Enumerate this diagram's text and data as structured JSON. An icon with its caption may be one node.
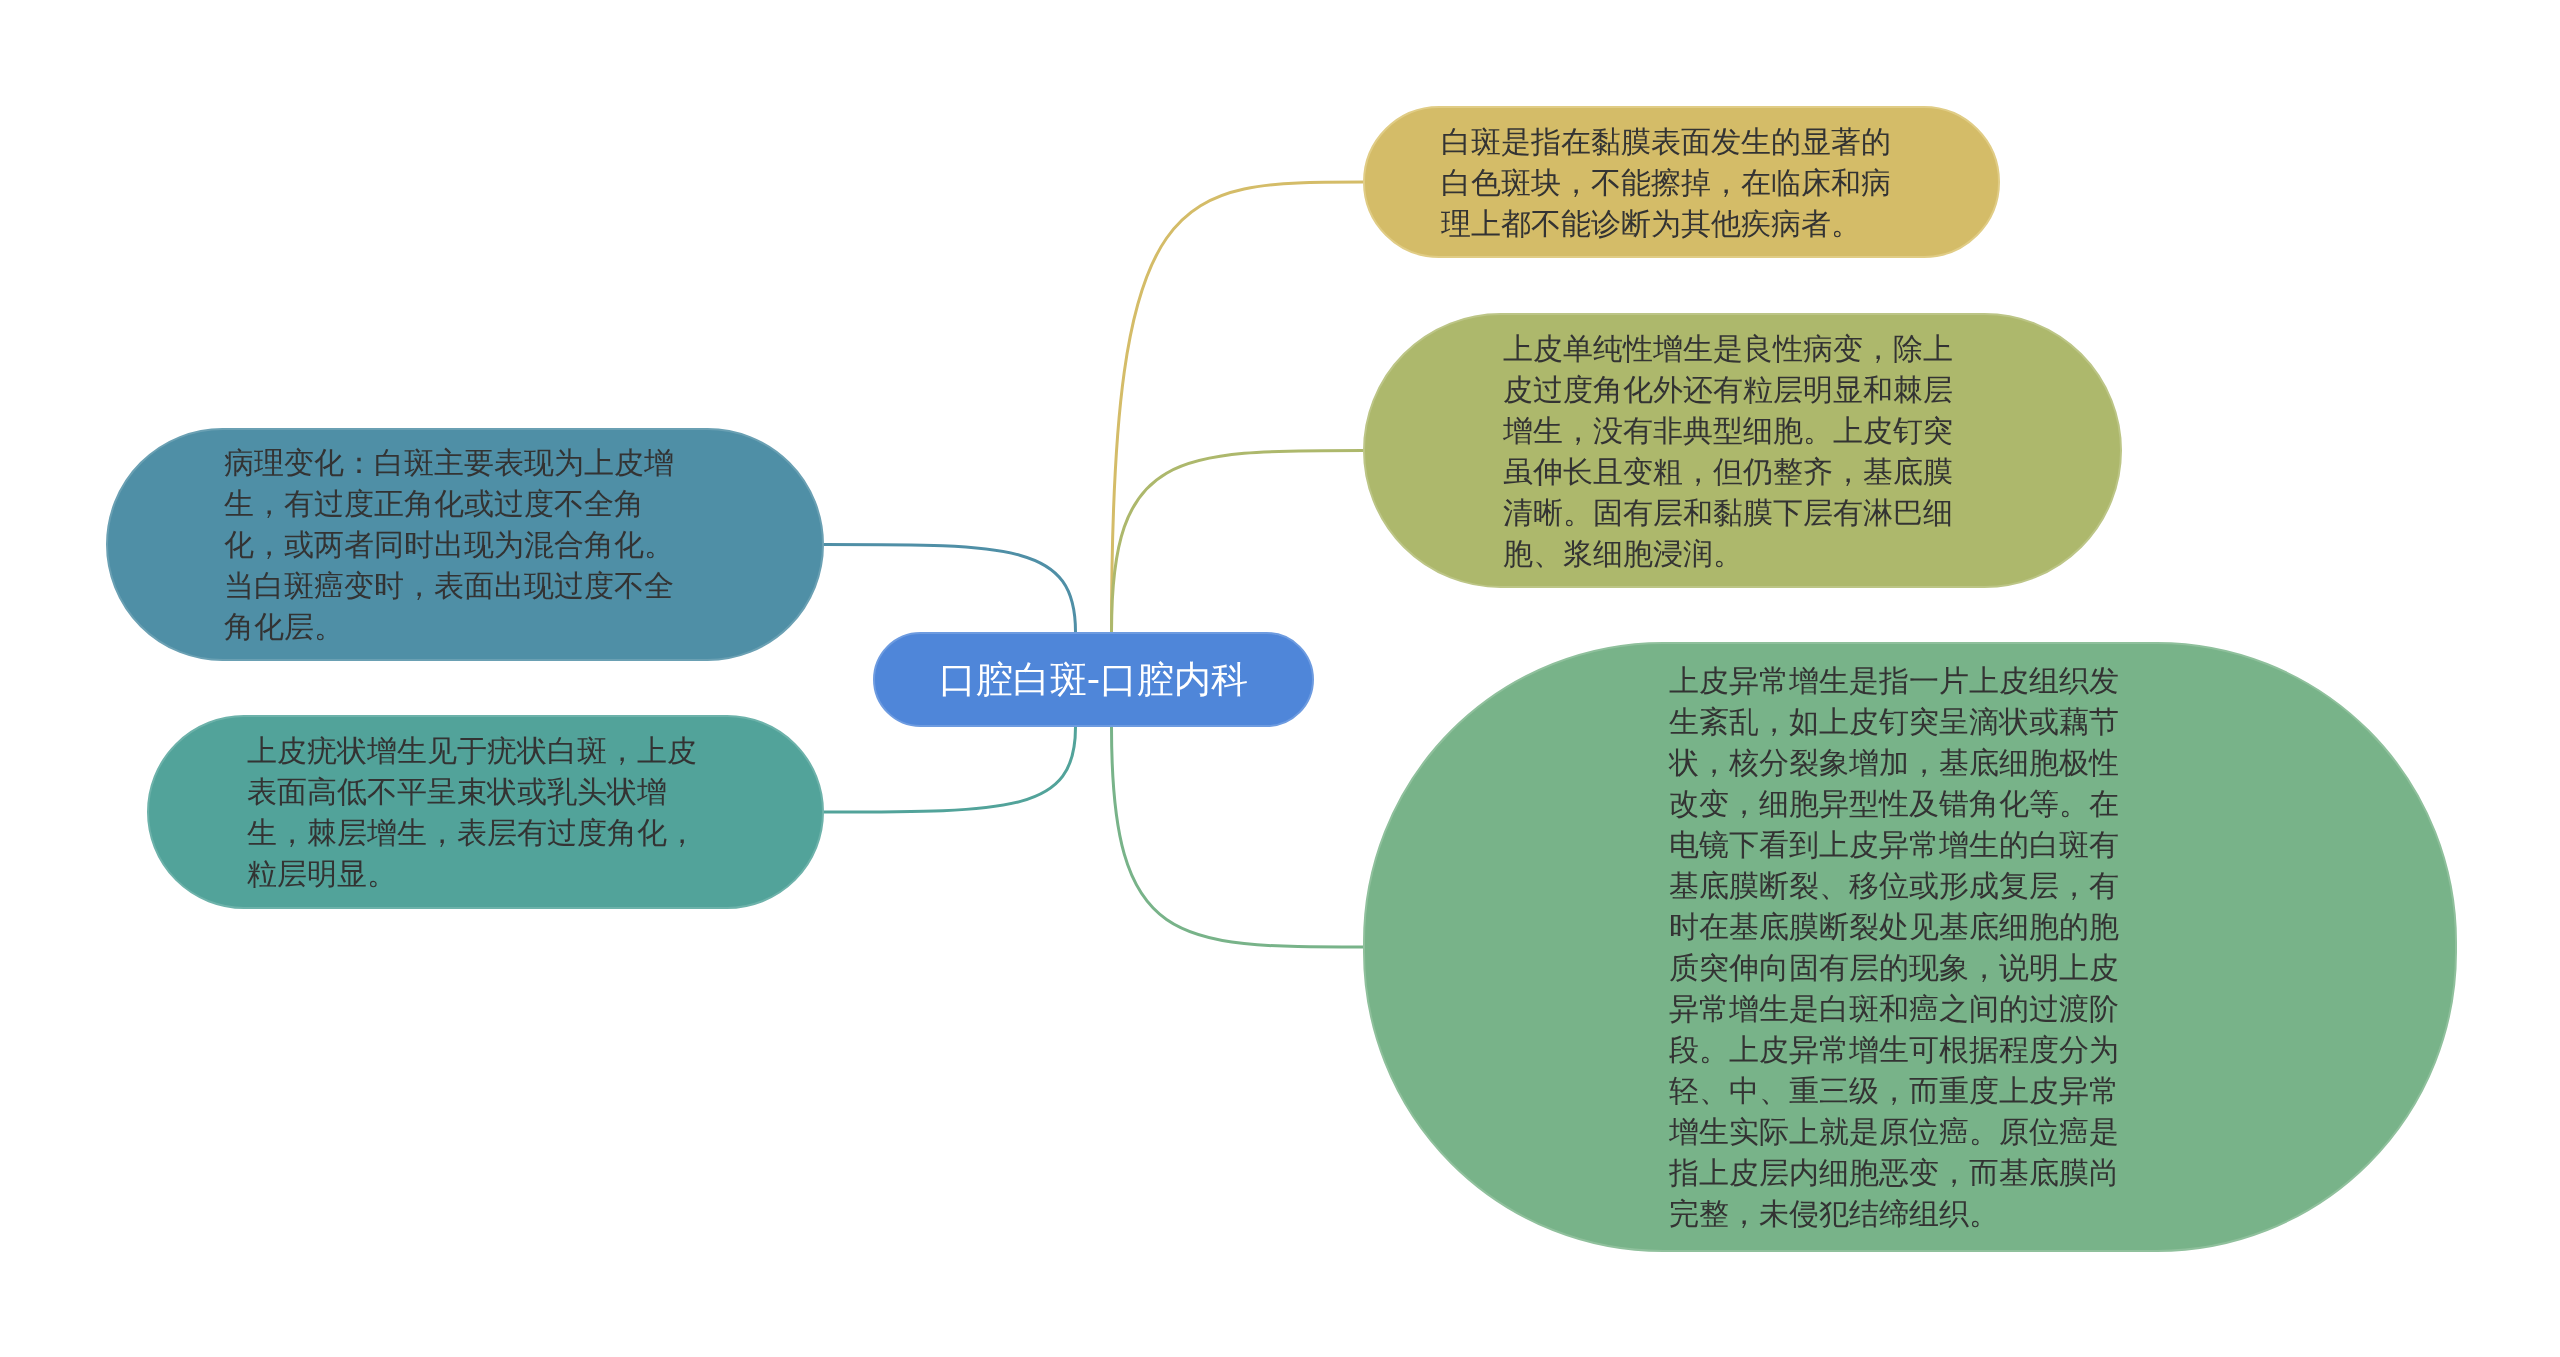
{
  "diagram": {
    "nodes": [
      {
        "text": [
          "口腔白斑-口腔内科"
        ]
      },
      {
        "text": [
          "白斑是指在黏膜表面发生的显著的白色斑块，不能擦掉，在临床和病理上都不能诊断为其他疾病者。"
        ]
      },
      {
        "text": [
          "上皮单纯性增生是良性病变，除上皮过度角化外还有粒层明显和棘层增生，没有非典型细胞。上皮钉突虽伸长且变粗，但仍整齐，基底膜清晰。固有层和黏膜下层有淋巴细胞、浆细胞浸润。"
        ]
      },
      {
        "text": [
          "上皮异常增生是指一片上皮组织发生紊乱，如上皮钉突呈滴状或藕节状，核分裂象增加，基底细胞极性改变，细胞异型性及错角化等。在电镜下看到上皮异常增生的白斑有基底膜断裂、移位或形成复层，有时在基底膜断裂处见基底细胞的胞质突伸向固有层的现象，说明上皮异常增生是白斑和癌之间的过渡阶段。上皮异常增生可根据程度分为轻、中、重三级，而重度上皮异常增生实际上就是原位癌。原位癌是指上皮层内细胞恶变，而基底膜尚完整，未侵犯结缔组织。"
        ]
      },
      {
        "text": [
          "病理变化：白斑主要表现为上皮增生，有过度正角化或过度不全角化，或两者同时出现为混合角化。当白斑癌变时，表面出现过度不全角化层。"
        ]
      },
      {
        "text": [
          "上皮疣状增生见于疣状白斑，上皮表面高低不平呈束状或乳头状增生，棘层增生，表层有过度角化，粒层明显。"
        ]
      }
    ],
    "edges": [
      {
        "from": 0,
        "to": 1,
        "arrow": "none",
        "color": "#d4bc68"
      },
      {
        "from": 0,
        "to": 2,
        "arrow": "none",
        "color": "#adb86c"
      },
      {
        "from": 0,
        "to": 3,
        "arrow": "none",
        "color": "#78b389"
      },
      {
        "from": 0,
        "to": 4,
        "arrow": "none",
        "color": "#4f8fa6"
      },
      {
        "from": 0,
        "to": 5,
        "arrow": "none",
        "color": "#52a39a"
      }
    ]
  }
}
